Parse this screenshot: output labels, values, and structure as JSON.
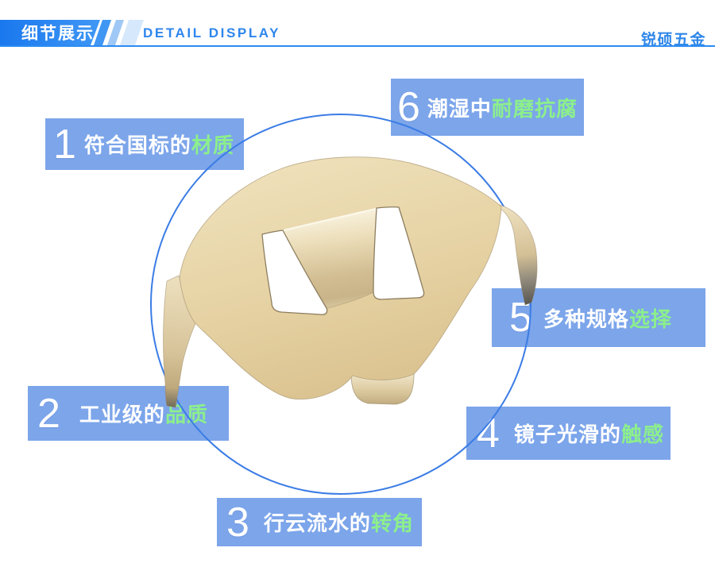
{
  "header": {
    "title_cn": "细节展示",
    "title_en": "DETAIL DISPLAY",
    "brand": "锐硕五金"
  },
  "callouts": [
    {
      "num": "1",
      "text": "符合国标的",
      "highlight": "材质"
    },
    {
      "num": "2",
      "text": "工业级的",
      "highlight": "品质"
    },
    {
      "num": "3",
      "text": "行云流水的",
      "highlight": "转角"
    },
    {
      "num": "4",
      "text": "镜子光滑的",
      "highlight": "触感"
    },
    {
      "num": "5",
      "text": "多种规格",
      "highlight": "选择"
    },
    {
      "num": "6",
      "text": "潮湿中",
      "highlight": "耐磨抗腐"
    }
  ],
  "product": {
    "description": "champagne gold stamped metal mounting clip with raised U-shaped center tab, two bent side legs and a front tab, shown inside a blue circle"
  },
  "colors": {
    "header_blue": "#1a78ee",
    "header_blue_light": "#3f97f5",
    "stripe_1": "#4096F3",
    "stripe_2": "#A0C8F6",
    "stripe_3": "#D6E8FB",
    "divider_blue": "#2B8BF3",
    "en_text_blue": "#2E86EC",
    "brand_blue": "#2E86E8",
    "callout_blue": "#7CA5EA",
    "highlight_green": "#8CEF8C",
    "circle_blue": "#3B7CE5",
    "metal_light": "#F0E3BF",
    "metal_dark": "#DCC492"
  }
}
